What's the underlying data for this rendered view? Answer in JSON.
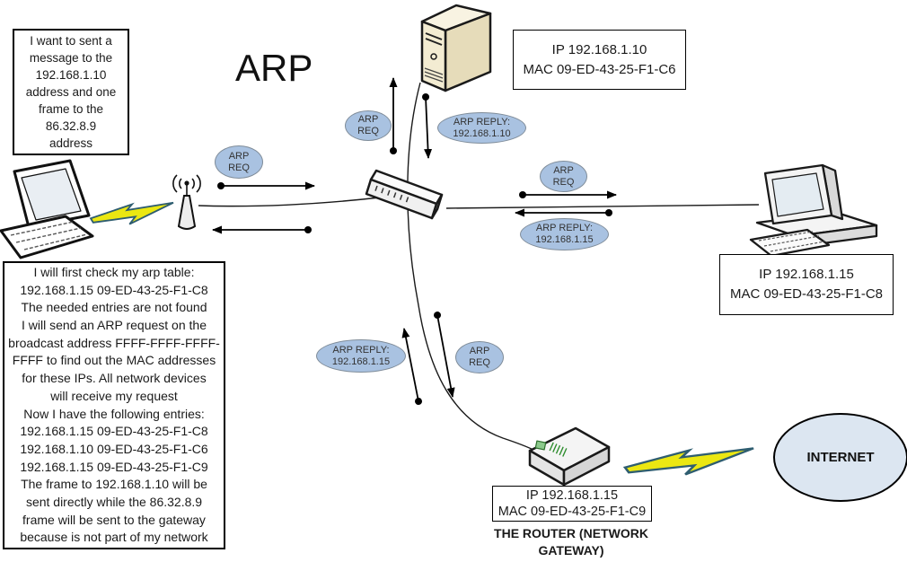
{
  "title": "ARP",
  "notes": {
    "laptop_plan": "I want to sent a\nmessage to the\n192.168.1.10\naddress and one\nframe to the\n86.32.8.9\naddress",
    "laptop_process": "I will first check my arp table:\n192.168.1.15 09-ED-43-25-F1-C8\nThe needed entries are not found\nI will send an ARP request on the\nbroadcast address FFFF-FFFF-FFFF-\nFFFF to find out the MAC addresses\nfor these IPs. All network devices\nwill receive my request\nNow I have the following entries:\n192.168.1.15 09-ED-43-25-F1-C8\n192.168.1.10 09-ED-43-25-F1-C6\n192.168.1.15 09-ED-43-25-F1-C9\nThe frame to 192.168.1.10 will be\nsent directly while the 86.32.8.9\nframe will be sent to the gateway\nbecause is not part of my network"
  },
  "devices": {
    "server": {
      "label": "IP 192.168.1.10\nMAC 09-ED-43-25-F1-C6"
    },
    "pc": {
      "label": "IP 192.168.1.15\nMAC 09-ED-43-25-F1-C8"
    },
    "router": {
      "label": "IP 192.168.1.15\nMAC 09-ED-43-25-F1-C9",
      "caption": "THE ROUTER (NETWORK\nGATEWAY)"
    },
    "internet": {
      "label": "INTERNET"
    }
  },
  "bubbles": {
    "req": "ARP\nREQ",
    "reply_10": "ARP REPLY:\n192.168.1.10",
    "reply_15": "ARP REPLY:\n192.168.1.15"
  },
  "icons": {
    "laptop": "laptop-icon",
    "access_point": "access-point-icon",
    "switch": "switch-icon",
    "server": "server-icon",
    "desktop_pc": "desktop-pc-icon",
    "router": "router-icon",
    "lightning": "lightning-bolt-icon"
  },
  "colors": {
    "bubble_fill": "#a9c2e1",
    "bubble_border": "#7f8c99",
    "internet_fill": "#dce6f1",
    "bolt_fill": "#ebe712",
    "bolt_stroke": "#2e5d70",
    "server_beige": "#f3ecd2",
    "line_black": "#1a1a1a"
  }
}
